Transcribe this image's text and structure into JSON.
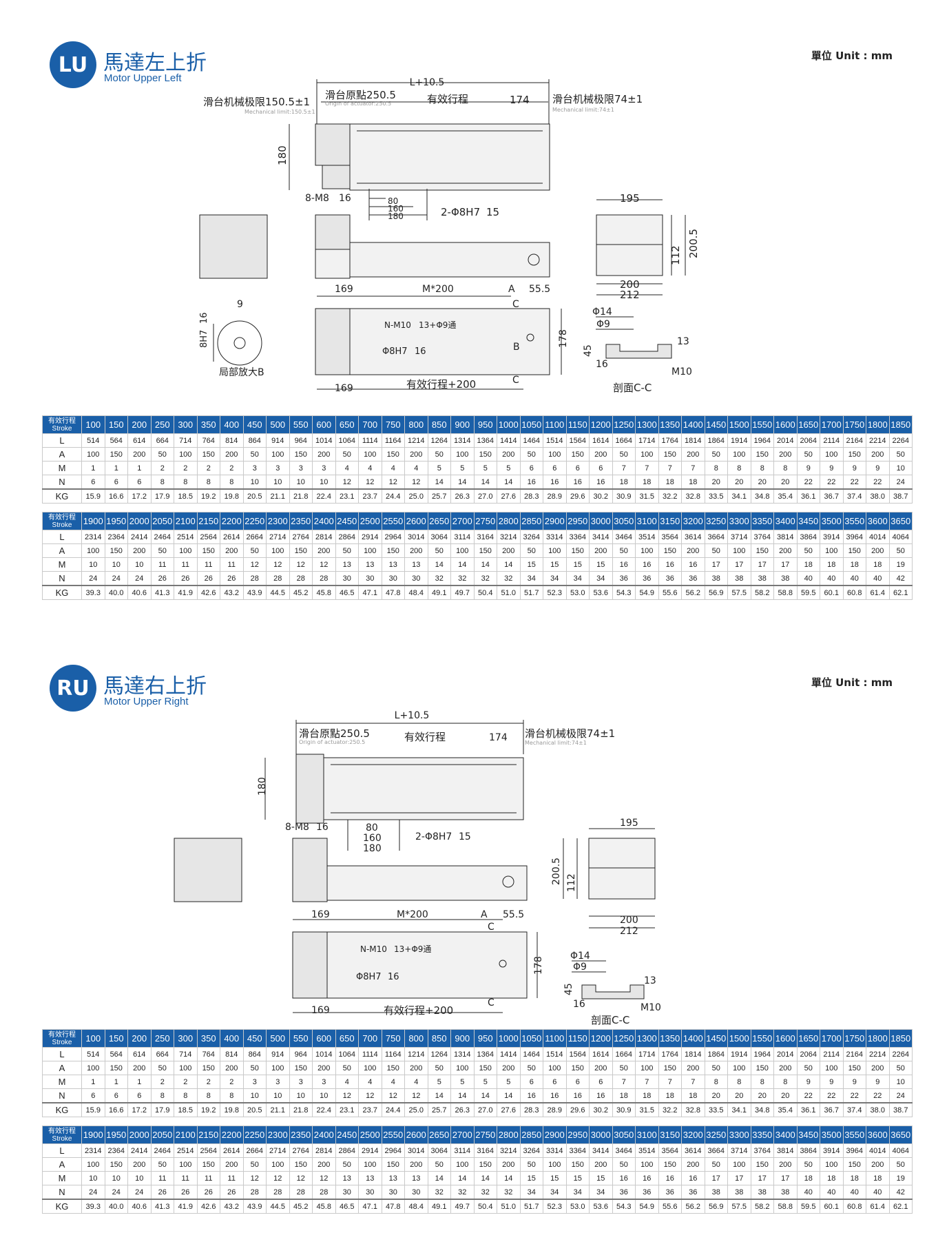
{
  "lu": {
    "badge": "LU",
    "title_cn": "馬達左上折",
    "title_en": "Motor Upper Left",
    "unit": "單位 Unit : mm",
    "dims": {
      "total": "L+10.5",
      "mech_left": "滑台机械极限150.5±1",
      "mech_left_en": "Mechanical limit:150.5±1",
      "origin": "滑台原點250.5",
      "origin_en": "Origin of actuator:250.5",
      "stroke": "有效行程",
      "d174": "174",
      "mech_right": "滑台机械极限74±1",
      "mech_right_en": "Mechanical limit:74±1",
      "h180": "180",
      "m8": "8-M8",
      "m8_depth": "16",
      "d80": "80",
      "d160": "160",
      "d180b": "180",
      "pin": "2-Φ8H7",
      "pin_depth": "15",
      "w195": "195",
      "h2005": "200.5",
      "h112": "112",
      "w200": "200",
      "w212": "212",
      "d169": "169",
      "m200": "M*200",
      "a": "A",
      "d555": "55.5",
      "c": "C",
      "nm10": "N-M10",
      "nm10_rest": "13+Φ9通",
      "phi8": "Φ8H7",
      "phi8_depth": "16",
      "b": "B",
      "h178": "178",
      "stroke200": "有效行程+200",
      "phi14": "Φ14",
      "phi9": "Φ9",
      "d13": "13",
      "d45": "45",
      "d16": "16",
      "m10": "M10",
      "section_cc": "剖面C-C",
      "d9": "9",
      "h7": "8H7",
      "h7_depth": "16",
      "detail_b": "局部放大B"
    }
  },
  "ru": {
    "badge": "RU",
    "title_cn": "馬達右上折",
    "title_en": "Motor Upper Right",
    "unit": "單位 Unit : mm",
    "dims": {
      "total": "L+10.5",
      "origin": "滑台原點250.5",
      "origin_en": "Origin of actuator:250.5",
      "stroke": "有效行程",
      "d174": "174",
      "mech_right": "滑台机械极限74±1",
      "mech_right_en": "Mechanical limit:74±1",
      "h180": "180",
      "m8": "8-M8",
      "m8_depth": "16",
      "d80": "80",
      "d160": "160",
      "d180b": "180",
      "pin": "2-Φ8H7",
      "pin_depth": "15",
      "w195": "195",
      "h2005": "200.5",
      "h112": "112",
      "w200": "200",
      "w212": "212",
      "d169": "169",
      "m200": "M*200",
      "a": "A",
      "d555": "55.5",
      "c": "C",
      "nm10": "N-M10",
      "nm10_rest": "13+Φ9通",
      "phi8": "Φ8H7",
      "phi8_depth": "16",
      "h178": "178",
      "stroke200": "有效行程+200",
      "phi14": "Φ14",
      "phi9": "Φ9",
      "d13": "13",
      "d45": "45",
      "d16": "16",
      "m10": "M10",
      "section_cc": "剖面C-C"
    }
  },
  "table": {
    "stroke_label_cn": "有效行程",
    "stroke_label_en": "Stroke",
    "row_labels": [
      "L",
      "A",
      "M",
      "N",
      "KG"
    ],
    "part1": {
      "stroke": [
        "100",
        "150",
        "200",
        "250",
        "300",
        "350",
        "400",
        "450",
        "500",
        "550",
        "600",
        "650",
        "700",
        "750",
        "800",
        "850",
        "900",
        "950",
        "1000",
        "1050",
        "1100",
        "1150",
        "1200",
        "1250",
        "1300",
        "1350",
        "1400",
        "1450",
        "1500",
        "1550",
        "1600",
        "1650",
        "1700",
        "1750",
        "1800",
        "1850"
      ],
      "L": [
        "514",
        "564",
        "614",
        "664",
        "714",
        "764",
        "814",
        "864",
        "914",
        "964",
        "1014",
        "1064",
        "1114",
        "1164",
        "1214",
        "1264",
        "1314",
        "1364",
        "1414",
        "1464",
        "1514",
        "1564",
        "1614",
        "1664",
        "1714",
        "1764",
        "1814",
        "1864",
        "1914",
        "1964",
        "2014",
        "2064",
        "2114",
        "2164",
        "2214",
        "2264"
      ],
      "A": [
        "100",
        "150",
        "200",
        "50",
        "100",
        "150",
        "200",
        "50",
        "100",
        "150",
        "200",
        "50",
        "100",
        "150",
        "200",
        "50",
        "100",
        "150",
        "200",
        "50",
        "100",
        "150",
        "200",
        "50",
        "100",
        "150",
        "200",
        "50",
        "100",
        "150",
        "200",
        "50",
        "100",
        "150",
        "200",
        "50"
      ],
      "M": [
        "1",
        "1",
        "1",
        "2",
        "2",
        "2",
        "2",
        "3",
        "3",
        "3",
        "3",
        "4",
        "4",
        "4",
        "4",
        "5",
        "5",
        "5",
        "5",
        "6",
        "6",
        "6",
        "6",
        "7",
        "7",
        "7",
        "7",
        "8",
        "8",
        "8",
        "8",
        "9",
        "9",
        "9",
        "9",
        "10"
      ],
      "N": [
        "6",
        "6",
        "6",
        "8",
        "8",
        "8",
        "8",
        "10",
        "10",
        "10",
        "10",
        "12",
        "12",
        "12",
        "12",
        "14",
        "14",
        "14",
        "14",
        "16",
        "16",
        "16",
        "16",
        "18",
        "18",
        "18",
        "18",
        "20",
        "20",
        "20",
        "20",
        "22",
        "22",
        "22",
        "22",
        "24"
      ],
      "KG": [
        "15.9",
        "16.6",
        "17.2",
        "17.9",
        "18.5",
        "19.2",
        "19.8",
        "20.5",
        "21.1",
        "21.8",
        "22.4",
        "23.1",
        "23.7",
        "24.4",
        "25.0",
        "25.7",
        "26.3",
        "27.0",
        "27.6",
        "28.3",
        "28.9",
        "29.6",
        "30.2",
        "30.9",
        "31.5",
        "32.2",
        "32.8",
        "33.5",
        "34.1",
        "34.8",
        "35.4",
        "36.1",
        "36.7",
        "37.4",
        "38.0",
        "38.7"
      ]
    },
    "part2": {
      "stroke": [
        "1900",
        "1950",
        "2000",
        "2050",
        "2100",
        "2150",
        "2200",
        "2250",
        "2300",
        "2350",
        "2400",
        "2450",
        "2500",
        "2550",
        "2600",
        "2650",
        "2700",
        "2750",
        "2800",
        "2850",
        "2900",
        "2950",
        "3000",
        "3050",
        "3100",
        "3150",
        "3200",
        "3250",
        "3300",
        "3350",
        "3400",
        "3450",
        "3500",
        "3550",
        "3600",
        "3650"
      ],
      "L": [
        "2314",
        "2364",
        "2414",
        "2464",
        "2514",
        "2564",
        "2614",
        "2664",
        "2714",
        "2764",
        "2814",
        "2864",
        "2914",
        "2964",
        "3014",
        "3064",
        "3114",
        "3164",
        "3214",
        "3264",
        "3314",
        "3364",
        "3414",
        "3464",
        "3514",
        "3564",
        "3614",
        "3664",
        "3714",
        "3764",
        "3814",
        "3864",
        "3914",
        "3964",
        "4014",
        "4064"
      ],
      "A": [
        "100",
        "150",
        "200",
        "50",
        "100",
        "150",
        "200",
        "50",
        "100",
        "150",
        "200",
        "50",
        "100",
        "150",
        "200",
        "50",
        "100",
        "150",
        "200",
        "50",
        "100",
        "150",
        "200",
        "50",
        "100",
        "150",
        "200",
        "50",
        "100",
        "150",
        "200",
        "50",
        "100",
        "150",
        "200",
        "50"
      ],
      "M": [
        "10",
        "10",
        "10",
        "11",
        "11",
        "11",
        "11",
        "12",
        "12",
        "12",
        "12",
        "13",
        "13",
        "13",
        "13",
        "14",
        "14",
        "14",
        "14",
        "15",
        "15",
        "15",
        "15",
        "16",
        "16",
        "16",
        "16",
        "17",
        "17",
        "17",
        "17",
        "18",
        "18",
        "18",
        "18",
        "19"
      ],
      "N": [
        "24",
        "24",
        "24",
        "26",
        "26",
        "26",
        "26",
        "28",
        "28",
        "28",
        "28",
        "30",
        "30",
        "30",
        "30",
        "32",
        "32",
        "32",
        "32",
        "34",
        "34",
        "34",
        "34",
        "36",
        "36",
        "36",
        "36",
        "38",
        "38",
        "38",
        "38",
        "40",
        "40",
        "40",
        "40",
        "42"
      ],
      "KG": [
        "39.3",
        "40.0",
        "40.6",
        "41.3",
        "41.9",
        "42.6",
        "43.2",
        "43.9",
        "44.5",
        "45.2",
        "45.8",
        "46.5",
        "47.1",
        "47.8",
        "48.4",
        "49.1",
        "49.7",
        "50.4",
        "51.0",
        "51.7",
        "52.3",
        "53.0",
        "53.6",
        "54.3",
        "54.9",
        "55.6",
        "56.2",
        "56.9",
        "57.5",
        "58.2",
        "58.8",
        "59.5",
        "60.1",
        "60.8",
        "61.4",
        "62.1"
      ]
    }
  },
  "colors": {
    "brand": "#1a5fa8",
    "line": "#222222",
    "body_fill": "#f2f2f2",
    "motor_fill": "#e6e6e6"
  }
}
